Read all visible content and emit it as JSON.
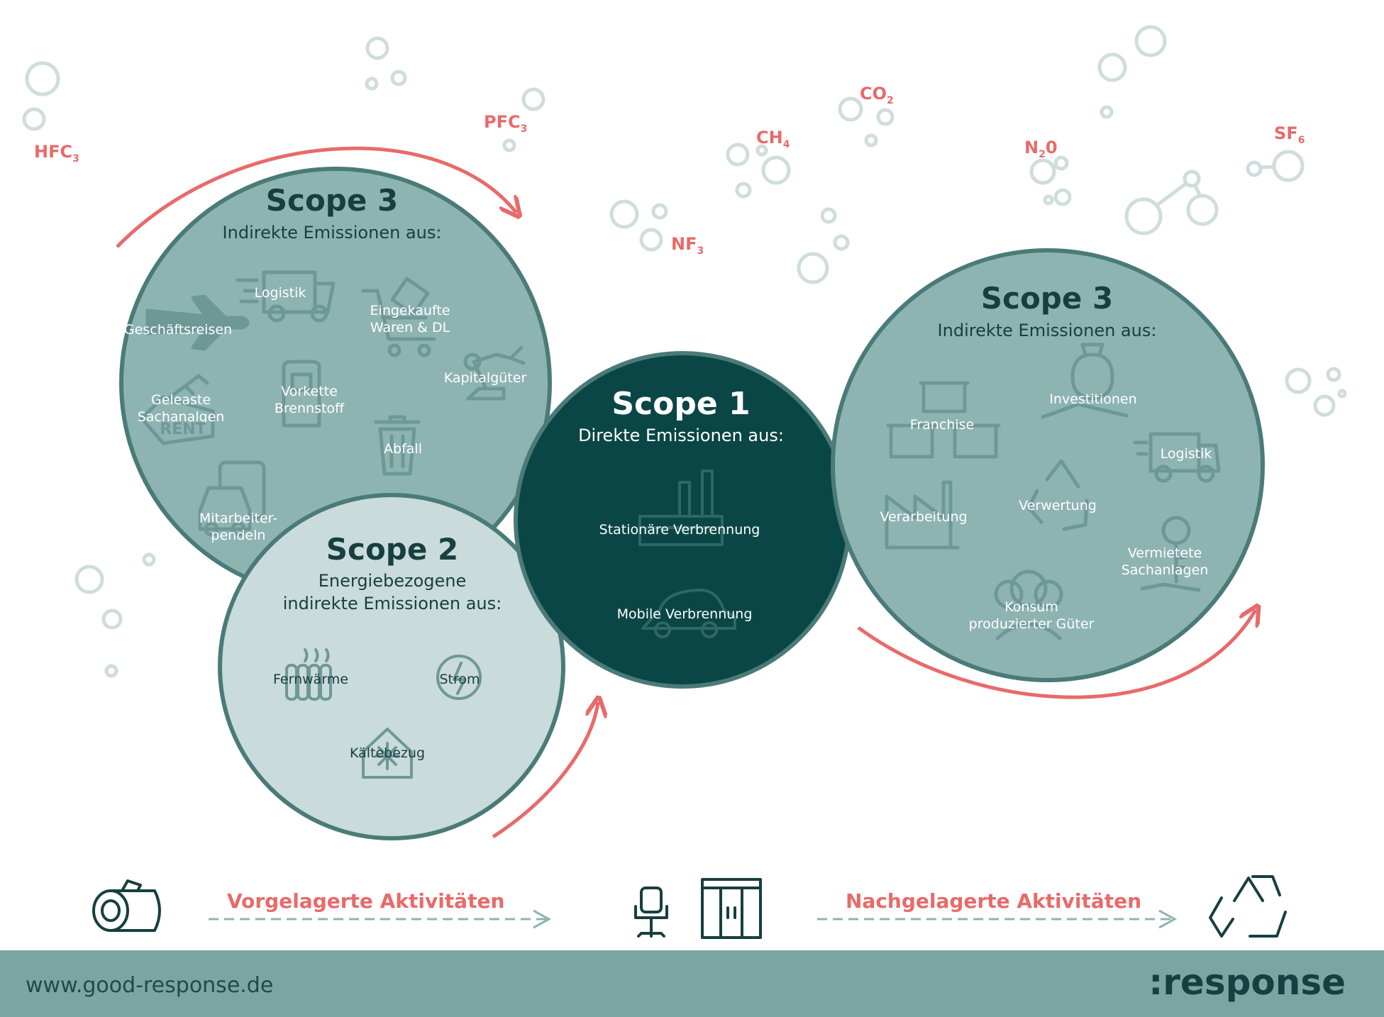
{
  "gases": {
    "hfc": {
      "main": "HFC",
      "sub": "3"
    },
    "pfc": {
      "main": "PFC",
      "sub": "3"
    },
    "co2": {
      "main": "CO",
      "sub": "2"
    },
    "ch4": {
      "main": "CH",
      "sub": "4"
    },
    "nf3": {
      "main": "NF",
      "sub": "3"
    },
    "n2o": {
      "main": "N",
      "sub": "2",
      "tail": "0"
    },
    "sf6": {
      "main": "SF",
      "sub": "6"
    }
  },
  "scope3_up": {
    "title": "Scope 3",
    "subtitle": "Indirekte Emissionen aus:",
    "items": {
      "logistik": "Logistik",
      "geschaeftsreisen": "Geschäftsreisen",
      "eingekaufte_1": "Eingekaufte",
      "eingekaufte_2": "Waren & DL",
      "kapitalgueter": "Kapitalgüter",
      "geleaste_1": "Geleaste",
      "geleaste_2": "Sachanalgen",
      "rent": "RENT",
      "vorkette_1": "Vorkette",
      "vorkette_2": "Brennstoff",
      "abfall": "Abfall",
      "mitarbeiter_1": "Mitarbeiter-",
      "mitarbeiter_2": "pendeln"
    }
  },
  "scope2": {
    "title": "Scope 2",
    "subtitle_1": "Energiebezogene",
    "subtitle_2": "indirekte Emissionen aus:",
    "items": {
      "fernwaerme": "Fernwärme",
      "strom": "Strom",
      "kaeltebezug": "Kältebezug"
    }
  },
  "scope1": {
    "title": "Scope 1",
    "subtitle": "Direkte Emissionen aus:",
    "items": {
      "stationaer": "Stationäre Verbrennung",
      "mobil": "Mobile Verbrennung"
    }
  },
  "scope3_down": {
    "title": "Scope 3",
    "subtitle": "Indirekte Emissionen aus:",
    "items": {
      "franchise": "Franchise",
      "investitionen": "Investitionen",
      "logistik": "Logistik",
      "verarbeitung": "Verarbeitung",
      "verwertung": "Verwertung",
      "vermietete_1": "Vermietete",
      "vermietete_2": "Sachanlagen",
      "konsum_1": "Konsum",
      "konsum_2": "produzierter Güter"
    }
  },
  "bottom": {
    "upstream": "Vorgelagerte Aktivitäten",
    "downstream": "Nachgelagerte Aktivitäten"
  },
  "footer": {
    "url": "www.good-response.de",
    "logo": ":response"
  },
  "colors": {
    "scope3": "#8eb4b2",
    "scope2": "#c9dbda",
    "scope1": "#0b4646",
    "ring": "#4a7b78",
    "accent": "#e86a6a",
    "bubble": "#cfdddc",
    "footer": "#7ba5a2",
    "darktext": "#173f3f"
  }
}
